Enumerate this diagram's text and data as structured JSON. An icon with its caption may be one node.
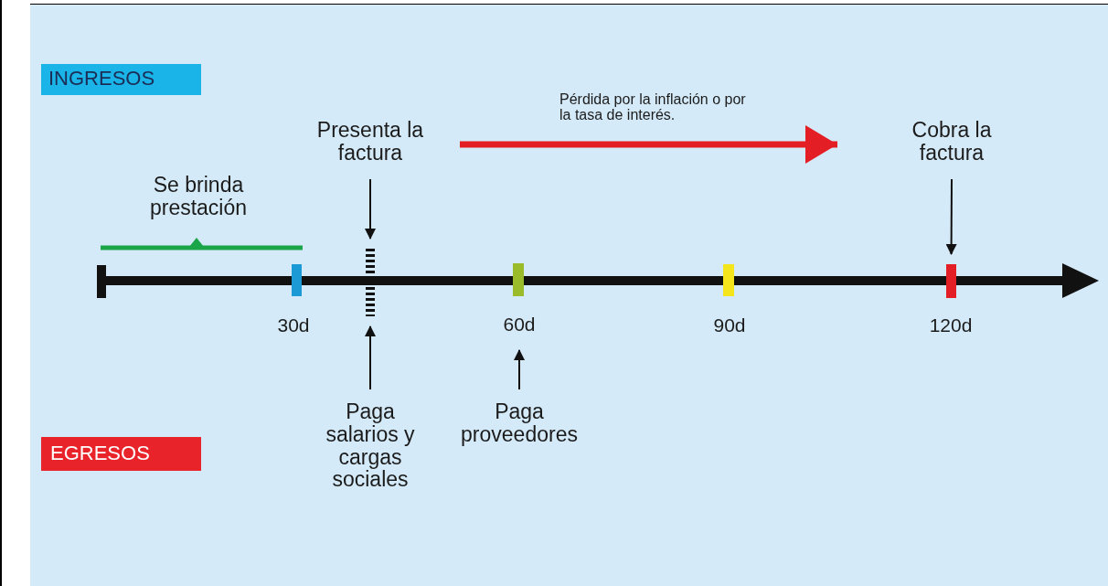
{
  "diagram": {
    "nodes": [
      {
        "text": [
          "INGRESOS"
        ]
      },
      {
        "text": [
          "EGRESOS"
        ]
      },
      {
        "text": [
          "Se brinda prestación"
        ]
      },
      {
        "text": [
          "Presenta la factura"
        ]
      },
      {
        "text": [],
        "shape": "bar"
      },
      {
        "text": [
          "Cobra la factura"
        ]
      },
      {
        "text": [],
        "shape": "bar"
      },
      {
        "text": [
          "Paga salarios y cargas sociales"
        ]
      },
      {
        "text": [
          "Paga proveedores"
        ]
      },
      {
        "text": [
          "60d"
        ]
      }
    ],
    "edges": [
      {
        "from": 3,
        "to": 4,
        "arrow": "to"
      },
      {
        "from": 7,
        "to": 4,
        "arrow": "to"
      },
      {
        "from": 5,
        "to": 6,
        "arrow": "to"
      },
      {
        "from": 8,
        "to": 9,
        "arrow": "to"
      },
      {
        "from": 3,
        "to": 5,
        "arrow": "to",
        "label": "Pérdida por la inflación o por la tasa de interés.",
        "style": "thick",
        "color": "#e31e24"
      }
    ],
    "labels": [
      "30d",
      "90d",
      "120d"
    ]
  }
}
